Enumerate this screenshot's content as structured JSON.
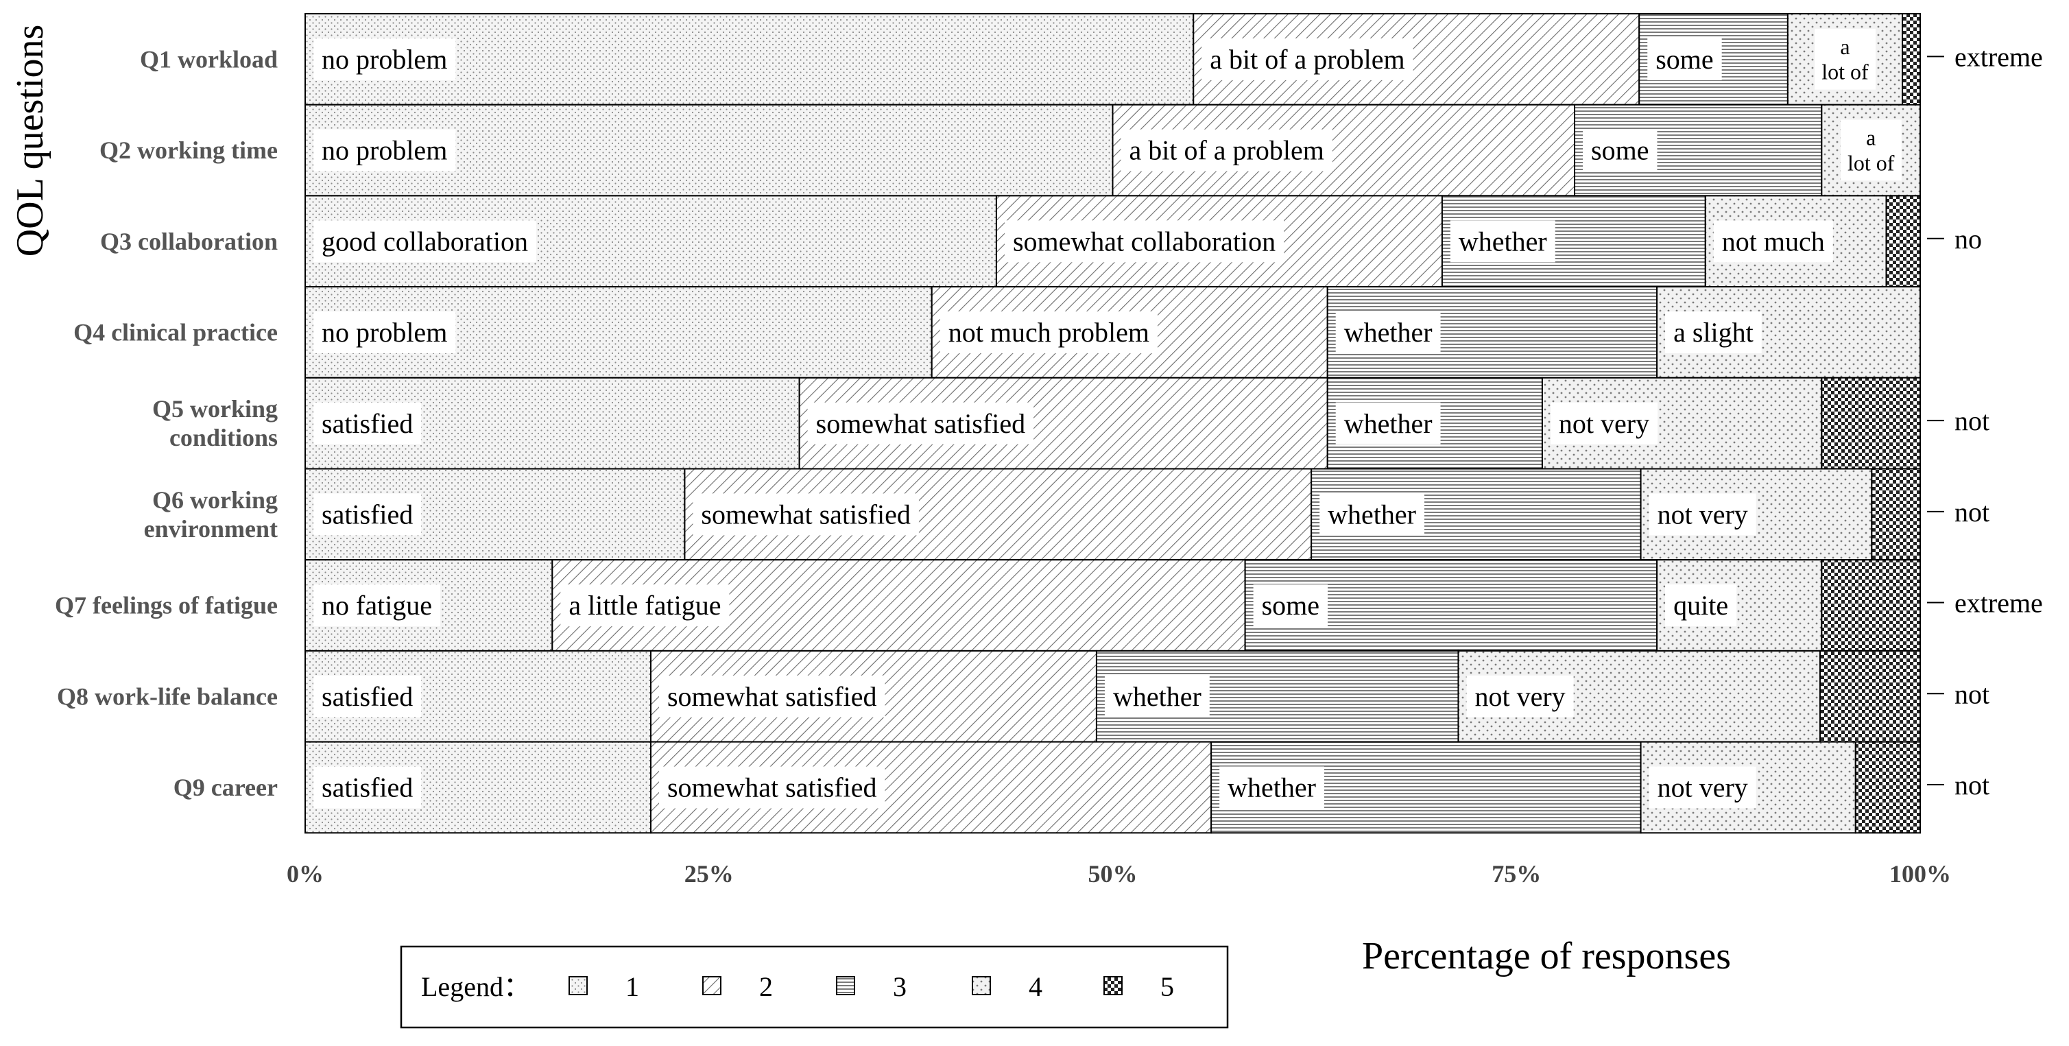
{
  "chart_data": {
    "type": "bar",
    "orientation": "horizontal",
    "stacked": true,
    "percent": true,
    "ylabel": "QOL questions",
    "xlabel": "Percentage of responses",
    "xlim": [
      0,
      100
    ],
    "x_ticks": [
      "0%",
      "25%",
      "50%",
      "75%",
      "100%"
    ],
    "categories": [
      "Q1 workload",
      "Q2 working time",
      "Q3 collaboration",
      "Q4 clinical practice",
      "Q5 working conditions",
      "Q6 working environment",
      "Q7 feelings of fatigue",
      "Q8 work-life balance",
      "Q9 career"
    ],
    "category_lines": [
      [
        "Q1 workload"
      ],
      [
        "Q2 working time"
      ],
      [
        "Q3 collaboration"
      ],
      [
        "Q4 clinical practice"
      ],
      [
        "Q5 working",
        "conditions"
      ],
      [
        "Q6 working",
        "environment"
      ],
      [
        "Q7 feelings of fatigue"
      ],
      [
        "Q8 work-life balance"
      ],
      [
        "Q9 career"
      ]
    ],
    "series": [
      {
        "name": "1",
        "values": [
          55,
          50,
          42.8,
          38.8,
          30.6,
          23.5,
          15.3,
          21.4,
          21.4
        ]
      },
      {
        "name": "2",
        "values": [
          27.6,
          28.6,
          27.6,
          24.5,
          32.7,
          38.8,
          42.9,
          27.6,
          34.7
        ]
      },
      {
        "name": "3",
        "values": [
          9.2,
          15.3,
          16.3,
          20.4,
          13.3,
          20.4,
          25.5,
          22.4,
          26.6
        ]
      },
      {
        "name": "4",
        "values": [
          7.1,
          6.1,
          11.2,
          16.3,
          17.3,
          14.3,
          10.2,
          22.4,
          13.3
        ]
      },
      {
        "name": "5",
        "values": [
          1.1,
          0,
          2.1,
          0,
          6.1,
          3.0,
          6.1,
          6.2,
          4.0
        ]
      }
    ],
    "segment_labels": [
      [
        [
          "no problem"
        ],
        [
          "a bit of a problem"
        ],
        [
          "some"
        ],
        [
          "a",
          "lot of"
        ],
        []
      ],
      [
        [
          "no problem"
        ],
        [
          "a bit of a problem"
        ],
        [
          "some"
        ],
        [
          "a",
          "lot of"
        ],
        []
      ],
      [
        [
          "good collaboration"
        ],
        [
          "somewhat collaboration"
        ],
        [
          "whether"
        ],
        [
          "not much"
        ],
        []
      ],
      [
        [
          "no problem"
        ],
        [
          "not much problem"
        ],
        [
          "whether"
        ],
        [
          "a slight"
        ],
        []
      ],
      [
        [
          "satisfied"
        ],
        [
          "somewhat satisfied"
        ],
        [
          "whether"
        ],
        [
          "not very"
        ],
        []
      ],
      [
        [
          "satisfied"
        ],
        [
          "somewhat satisfied"
        ],
        [
          "whether"
        ],
        [
          "not very"
        ],
        []
      ],
      [
        [
          "no fatigue"
        ],
        [
          "a little fatigue"
        ],
        [
          "some"
        ],
        [
          "quite"
        ],
        []
      ],
      [
        [
          "satisfied"
        ],
        [
          "somewhat satisfied"
        ],
        [
          "whether"
        ],
        [
          "not very"
        ],
        []
      ],
      [
        [
          "satisfied"
        ],
        [
          "somewhat satisfied"
        ],
        [
          "whether"
        ],
        [
          "not very"
        ],
        []
      ]
    ],
    "outside_labels": [
      "extreme",
      "",
      "no",
      "",
      "not",
      "not",
      "extreme",
      "not",
      "not"
    ],
    "legend": {
      "title": "Legend：",
      "entries": [
        "1",
        "2",
        "3",
        "4",
        "5"
      ],
      "position": "bottom-left"
    },
    "grid": false
  }
}
